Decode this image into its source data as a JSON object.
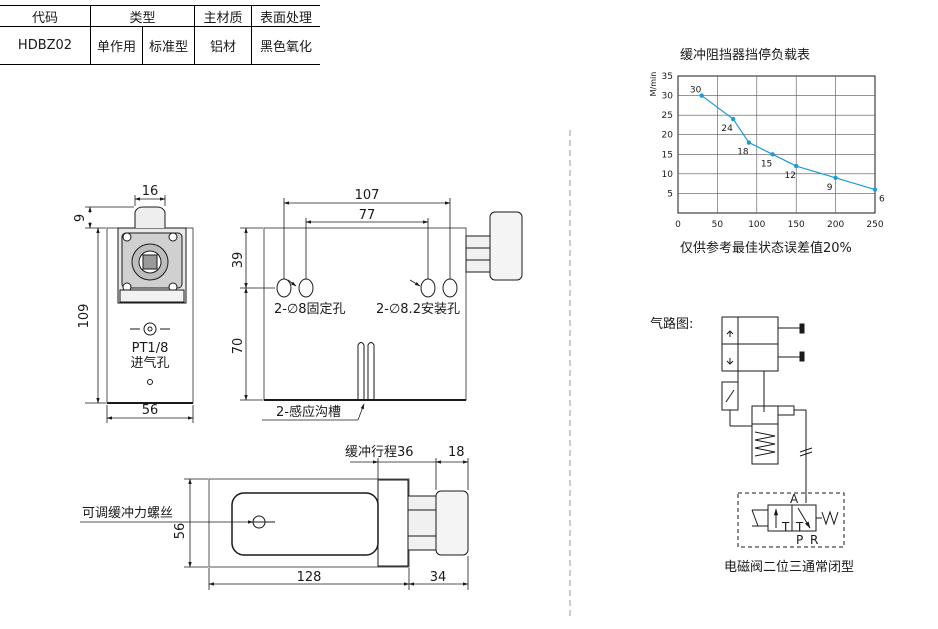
{
  "spec_table": {
    "headers": [
      "代码",
      "类型",
      "主材质",
      "表面处理"
    ],
    "row": [
      "HDBZ02",
      "单作用",
      "标准型",
      "铝材",
      "黑色氧化"
    ]
  },
  "front_view": {
    "dim_top_width": "16",
    "dim_top_height": "9",
    "dim_height": "109",
    "dim_width": "56",
    "port_label": "PT1/8",
    "port_caption": "进气孔"
  },
  "side_view": {
    "dim_outer": "107",
    "dim_inner": "77",
    "dim_top": "39",
    "dim_bottom": "70",
    "hole_left_label": "2-∅8固定孔",
    "hole_right_label": "2-∅8.2安装孔",
    "groove_label": "2-感应沟槽"
  },
  "top_view": {
    "stroke_label": "缓冲行程36",
    "dim_18": "18",
    "screw_label": "可调缓冲力螺丝",
    "dim_56": "56",
    "dim_128": "128",
    "dim_34": "34"
  },
  "load_chart": {
    "caption": "仅供参考最佳状态误差值20%",
    "chart_data": {
      "type": "line",
      "title": "缓冲阻挡器挡停负载表",
      "ylabel": "M/min",
      "xlabel": "",
      "x_ticks": [
        0,
        50,
        100,
        150,
        200,
        250
      ],
      "y_ticks": [
        5,
        10,
        15,
        20,
        25,
        30,
        35
      ],
      "xlim": [
        0,
        250
      ],
      "ylim": [
        0,
        35
      ],
      "grid": true,
      "series": [
        {
          "x": [
            30,
            70,
            90,
            120,
            150,
            200,
            250
          ],
          "values": [
            30,
            24,
            18,
            15,
            12,
            9,
            6
          ],
          "labels": [
            "30",
            "24",
            "18",
            "15",
            "12",
            "9",
            "6"
          ]
        }
      ],
      "line_color": "#1e9ad6"
    }
  },
  "pneumatic": {
    "label": "气路图:",
    "port_a": "A",
    "port_t1": "T",
    "port_t2": "T",
    "port_p": "P",
    "port_r": "R",
    "caption": "电磁阀二位三通常闭型"
  }
}
